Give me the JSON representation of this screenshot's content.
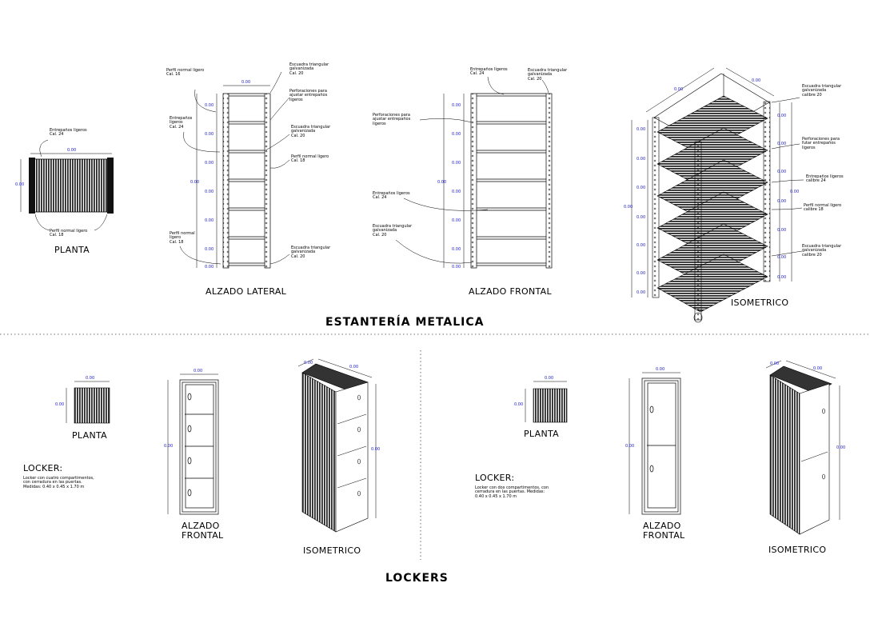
{
  "estanteria": {
    "title": "ESTANTERÍA METALICA",
    "planta": {
      "label": "PLANTA",
      "note_top": "Entrepaños ligeros\nCal. 24",
      "note_bottom": "Perfil normal ligero\nCal. 18"
    },
    "alzado_lateral": {
      "label": "ALZADO LATERAL",
      "note_perfil_top": "Perfil normal ligero\nCal. 16",
      "note_entrepanos": "Entrepaños\nligeros\nCal. 24",
      "note_perfil_bottom": "Perfil normal\nligero\nCal. 18",
      "note_escuadra_top": "Escuadra triangular\ngalvanizada\nCal. 20",
      "note_perforaciones": "Perforaciones para\najustar entrepaños\nligeros",
      "note_escuadra_mid": "Escuadra triangular\ngalvanizada\nCal. 20",
      "note_perfil_mid": "Perfil normal ligero\nCal. 18",
      "note_escuadra_bottom": "Escuadra triangular\ngalvanizada\nCal. 20"
    },
    "alzado_frontal": {
      "label": "ALZADO FRONTAL",
      "note_entrepanos_top": "Entrepaños ligeros\nCal. 24",
      "note_escuadra_top": "Escuadra triangular\ngalvanizada\nCal. 20",
      "note_perforaciones": "Perforaciones para\najustar entrepaños\nligeros",
      "note_entrepanos_mid": "Entrepaños ligeros\nCal. 24",
      "note_escuadra_bottom": "Escuadra triangular\ngalvanizada\nCal. 20"
    },
    "isometrico": {
      "label": "ISOMETRICO",
      "note_escuadra_top": "Escuadra triangular\ngalvanizada\ncalibre 20",
      "note_perforaciones": "Perforaciones para\nfutar entrepaños\nligeros",
      "note_entrepanos": "Entrepaños ligeros\ncalibre 24",
      "note_perfil": "Perfil normal ligero\ncalibre 18",
      "note_escuadra_bottom": "Escuadra triangular\ngalvanizada\ncalibre 20"
    }
  },
  "lockers": {
    "title": "LOCKERS",
    "left": {
      "planta_label": "PLANTA",
      "locker_title": "LOCKER:",
      "locker_desc": "Locker con cuatro compartimentos,\ncon cerradura en las puertas.\nMedidas: 0.40 x 0.45 x 1.70 m",
      "alzado_label": "ALZADO\nFRONTAL",
      "iso_label": "ISOMETRICO"
    },
    "right": {
      "planta_label": "PLANTA",
      "locker_title": "LOCKER:",
      "locker_desc": "Locker con dos compartimentos, con\ncerradura en las puertas. Medidas:\n0.40 x 0.45 x 1.70 m",
      "alzado_label": "ALZADO\nFRONTAL",
      "iso_label": "ISOMETRICO"
    }
  },
  "dimension_placeholder": "0.00",
  "colors": {
    "dimension": "#2020d0",
    "ink": "#000000",
    "background": "#ffffff"
  }
}
